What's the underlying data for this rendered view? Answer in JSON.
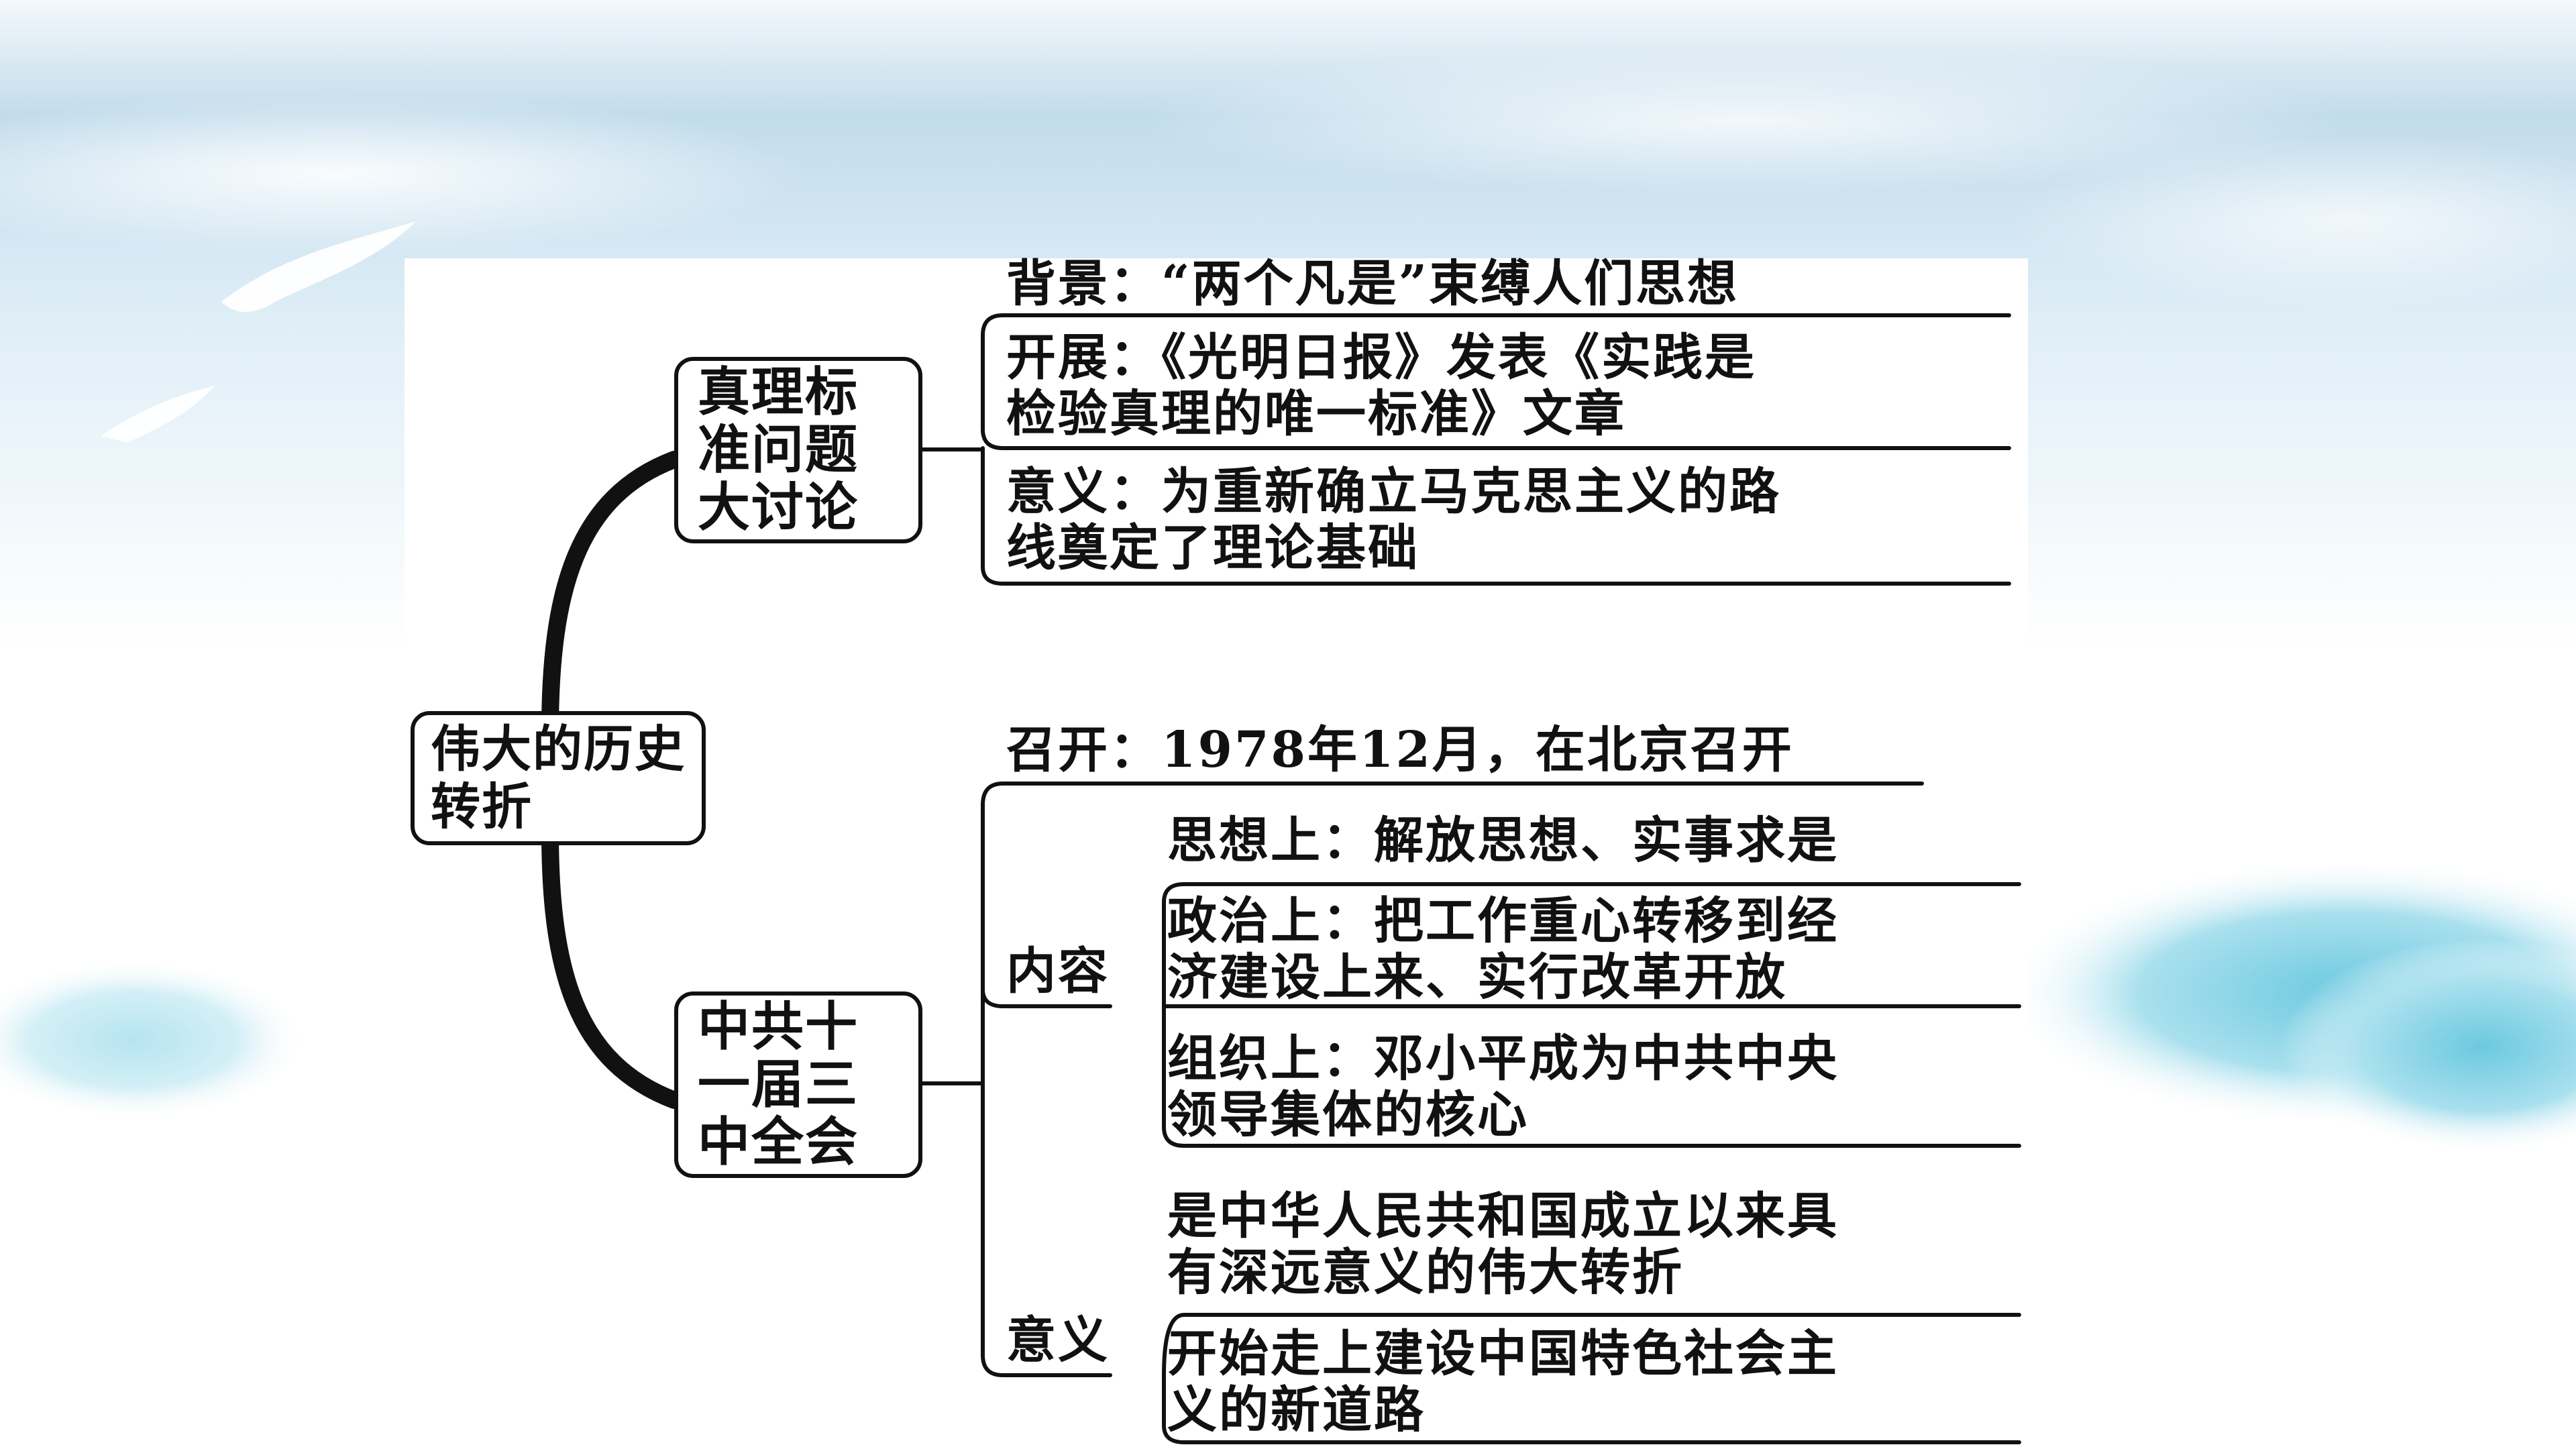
{
  "diagram": {
    "root": "伟大的历史转折",
    "branch1": {
      "title": "真理标准问题大讨论",
      "items": [
        "背景：“两个凡是”束缚人们思想",
        "开展：《光明日报》发表《实践是",
        "检验真理的唯一标准》文章",
        "意义：为重新确立马克思主义的路",
        "线奠定了理论基础"
      ]
    },
    "branch2": {
      "title": "中共十一届三中全会",
      "held": "召开：1978年12月，在北京召开",
      "content": {
        "label": "内容",
        "items": [
          "思想上：解放思想、实事求是",
          "政治上：把工作重心转移到经",
          "济建设上来、实行改革开放",
          "组织上：邓小平成为中共中央",
          "领导集体的核心"
        ]
      },
      "significance": {
        "label": "意义",
        "items": [
          "是中华人民共和国成立以来具",
          "有深远意义的伟大转折",
          "开始走上建设中国特色社会主",
          "义的新道路"
        ]
      }
    }
  },
  "colors": {
    "line": "#111111",
    "sky_top": "#b9d6ea",
    "sea": "#8fd3e6"
  }
}
